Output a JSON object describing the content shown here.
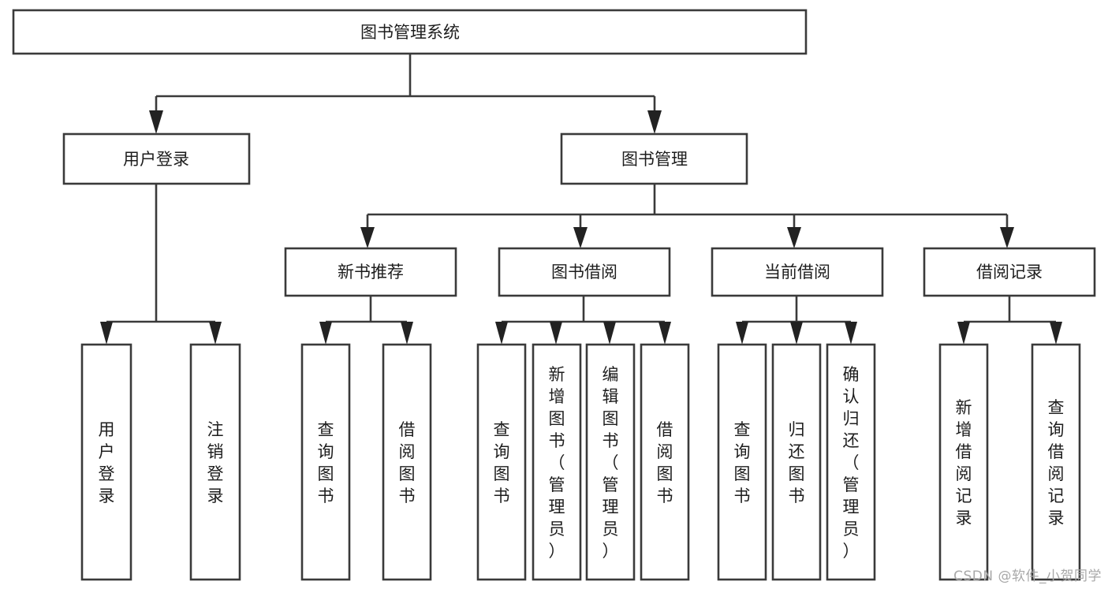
{
  "diagram": {
    "title": "图书管理系统",
    "type": "tree",
    "orientation": "top-down",
    "watermark": "CSDN @软件_小贺同学",
    "colors": {
      "box_stroke": "#3a3a3a",
      "box_fill": "#ffffff",
      "connector": "#3a3a3a",
      "text": "#1d1d1d",
      "watermark": "#a8a8a8",
      "background": "#ffffff"
    }
  },
  "chart_data": {
    "type": "tree",
    "title": "图书管理系统",
    "root": {
      "id": "root",
      "label": "图书管理系统",
      "children": [
        {
          "id": "user-login",
          "label": "用户登录",
          "children": [
            {
              "id": "user-login-leaf",
              "label": "用户登录",
              "orientation": "vertical"
            },
            {
              "id": "user-logout-leaf",
              "label": "注销登录",
              "orientation": "vertical"
            }
          ]
        },
        {
          "id": "book-manage",
          "label": "图书管理",
          "children": [
            {
              "id": "new-book-rec",
              "label": "新书推荐",
              "children": [
                {
                  "id": "rec-query-book",
                  "label": "查询图书",
                  "orientation": "vertical"
                },
                {
                  "id": "rec-borrow-book",
                  "label": "借阅图书",
                  "orientation": "vertical"
                }
              ]
            },
            {
              "id": "book-borrow",
              "label": "图书借阅",
              "children": [
                {
                  "id": "borrow-query-book",
                  "label": "查询图书",
                  "orientation": "vertical"
                },
                {
                  "id": "borrow-add-book",
                  "label": "新增图书（管理员）",
                  "orientation": "vertical"
                },
                {
                  "id": "borrow-edit-book",
                  "label": "编辑图书（管理员）",
                  "orientation": "vertical"
                },
                {
                  "id": "borrow-borrow-book",
                  "label": "借阅图书",
                  "orientation": "vertical"
                }
              ]
            },
            {
              "id": "current-borrow",
              "label": "当前借阅",
              "children": [
                {
                  "id": "cur-query-book",
                  "label": "查询图书",
                  "orientation": "vertical"
                },
                {
                  "id": "cur-return-book",
                  "label": "归还图书",
                  "orientation": "vertical"
                },
                {
                  "id": "cur-confirm-return",
                  "label": "确认归还（管理员）",
                  "orientation": "vertical"
                }
              ]
            },
            {
              "id": "borrow-record",
              "label": "借阅记录",
              "children": [
                {
                  "id": "rec-add-record",
                  "label": "新增借阅记录",
                  "orientation": "vertical"
                },
                {
                  "id": "rec-query-record",
                  "label": "查询借阅记录",
                  "orientation": "vertical"
                }
              ]
            }
          ]
        }
      ]
    }
  },
  "nodes": {
    "root": {
      "label": "图书管理系统"
    },
    "level2": [
      {
        "label": "用户登录"
      },
      {
        "label": "图书管理"
      }
    ],
    "level3": [
      {
        "label": "新书推荐"
      },
      {
        "label": "图书借阅"
      },
      {
        "label": "当前借阅"
      },
      {
        "label": "借阅记录"
      }
    ],
    "leaves": [
      {
        "label": "用户登录"
      },
      {
        "label": "注销登录"
      },
      {
        "label": "查询图书"
      },
      {
        "label": "借阅图书"
      },
      {
        "label": "查询图书"
      },
      {
        "label": "新增图书（管理员）"
      },
      {
        "label": "编辑图书（管理员）"
      },
      {
        "label": "借阅图书"
      },
      {
        "label": "查询图书"
      },
      {
        "label": "归还图书"
      },
      {
        "label": "确认归还（管理员）"
      },
      {
        "label": "新增借阅记录"
      },
      {
        "label": "查询借阅记录"
      }
    ]
  }
}
